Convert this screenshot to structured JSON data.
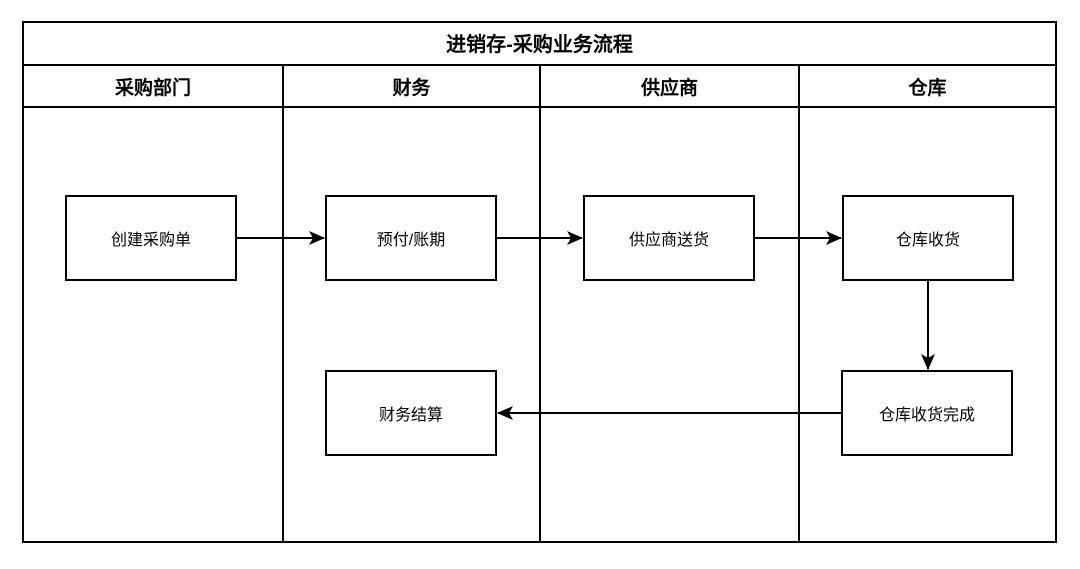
{
  "diagram": {
    "title": "进销存-采购业务流程",
    "lanes": [
      {
        "label": "采购部门"
      },
      {
        "label": "财务"
      },
      {
        "label": "供应商"
      },
      {
        "label": "仓库"
      }
    ],
    "nodes": [
      {
        "id": "create-purchase-order",
        "label": "创建采购单",
        "lane": "采购部门"
      },
      {
        "id": "prepay-or-credit-term",
        "label": "预付/账期",
        "lane": "财务"
      },
      {
        "id": "supplier-delivery",
        "label": "供应商送货",
        "lane": "供应商"
      },
      {
        "id": "warehouse-receiving",
        "label": "仓库收货",
        "lane": "仓库"
      },
      {
        "id": "finance-settlement",
        "label": "财务结算",
        "lane": "财务"
      },
      {
        "id": "warehouse-receiving-done",
        "label": "仓库收货完成",
        "lane": "仓库"
      }
    ],
    "edges": [
      {
        "from": "创建采购单",
        "to": "预付/账期"
      },
      {
        "from": "预付/账期",
        "to": "供应商送货"
      },
      {
        "from": "供应商送货",
        "to": "仓库收货"
      },
      {
        "from": "仓库收货",
        "to": "仓库收货完成"
      },
      {
        "from": "仓库收货完成",
        "to": "财务结算"
      }
    ],
    "colors": {
      "line": "#000000",
      "background": "#ffffff"
    }
  }
}
